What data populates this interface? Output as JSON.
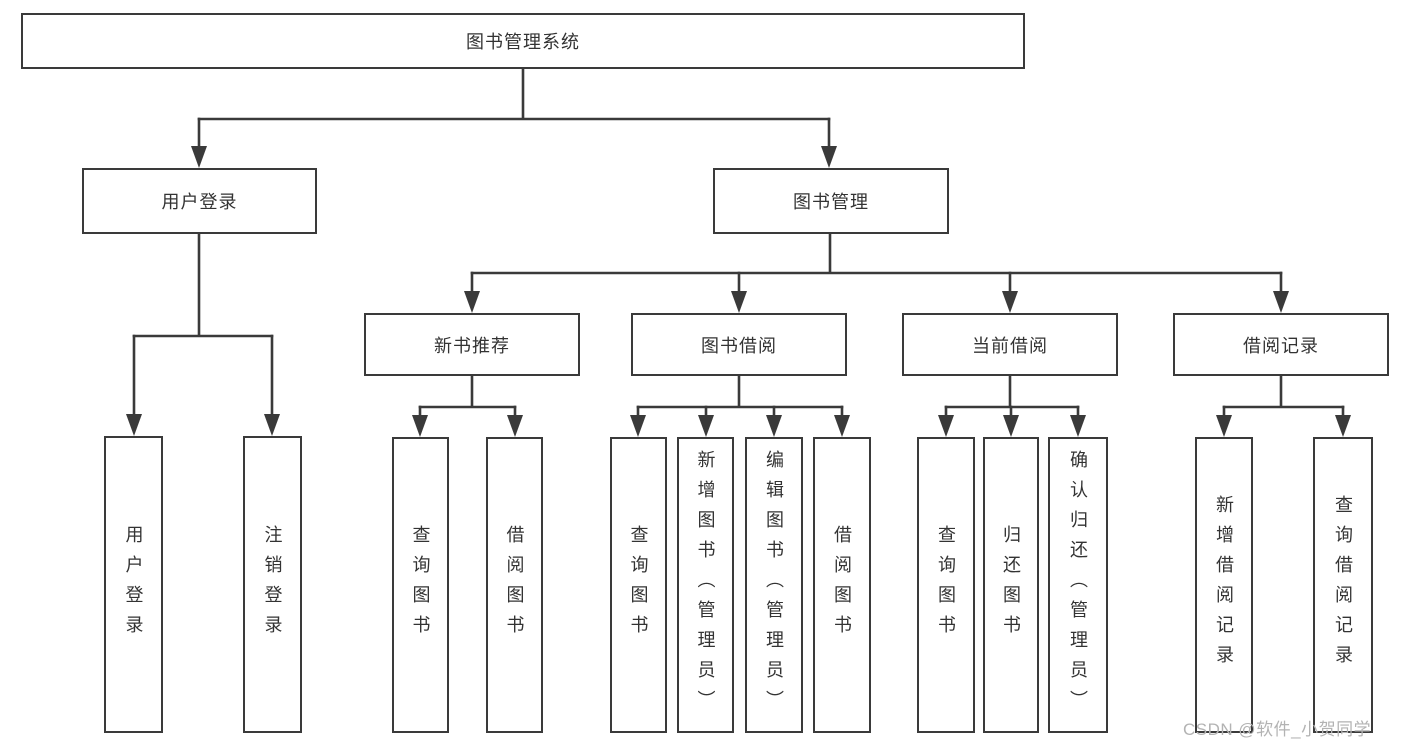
{
  "diagram": {
    "type": "tree",
    "colors": {
      "line": "#3a3a3a",
      "border": "#3a3a3a",
      "text": "#333333",
      "background": "#ffffff",
      "watermark": "#b3b3b3"
    },
    "root": {
      "label": "图书管理系统"
    },
    "level2": [
      {
        "label": "用户登录"
      },
      {
        "label": "图书管理"
      }
    ],
    "level3": [
      {
        "label": "新书推荐"
      },
      {
        "label": "图书借阅"
      },
      {
        "label": "当前借阅"
      },
      {
        "label": "借阅记录"
      }
    ],
    "leaves": {
      "user_login": [
        {
          "label": "用户登录"
        },
        {
          "label": "注销登录"
        }
      ],
      "new_book_rec": [
        {
          "label": "查询图书"
        },
        {
          "label": "借阅图书"
        }
      ],
      "book_borrow": [
        {
          "label": "查询图书"
        },
        {
          "label": "新增图书（管理员）"
        },
        {
          "label": "编辑图书（管理员）"
        },
        {
          "label": "借阅图书"
        }
      ],
      "current_borrow": [
        {
          "label": "查询图书"
        },
        {
          "label": "归还图书"
        },
        {
          "label": "确认归还（管理员）"
        }
      ],
      "borrow_record": [
        {
          "label": "新增借阅记录"
        },
        {
          "label": "查询借阅记录"
        }
      ]
    },
    "watermark": "CSDN @软件_小贺同学"
  }
}
